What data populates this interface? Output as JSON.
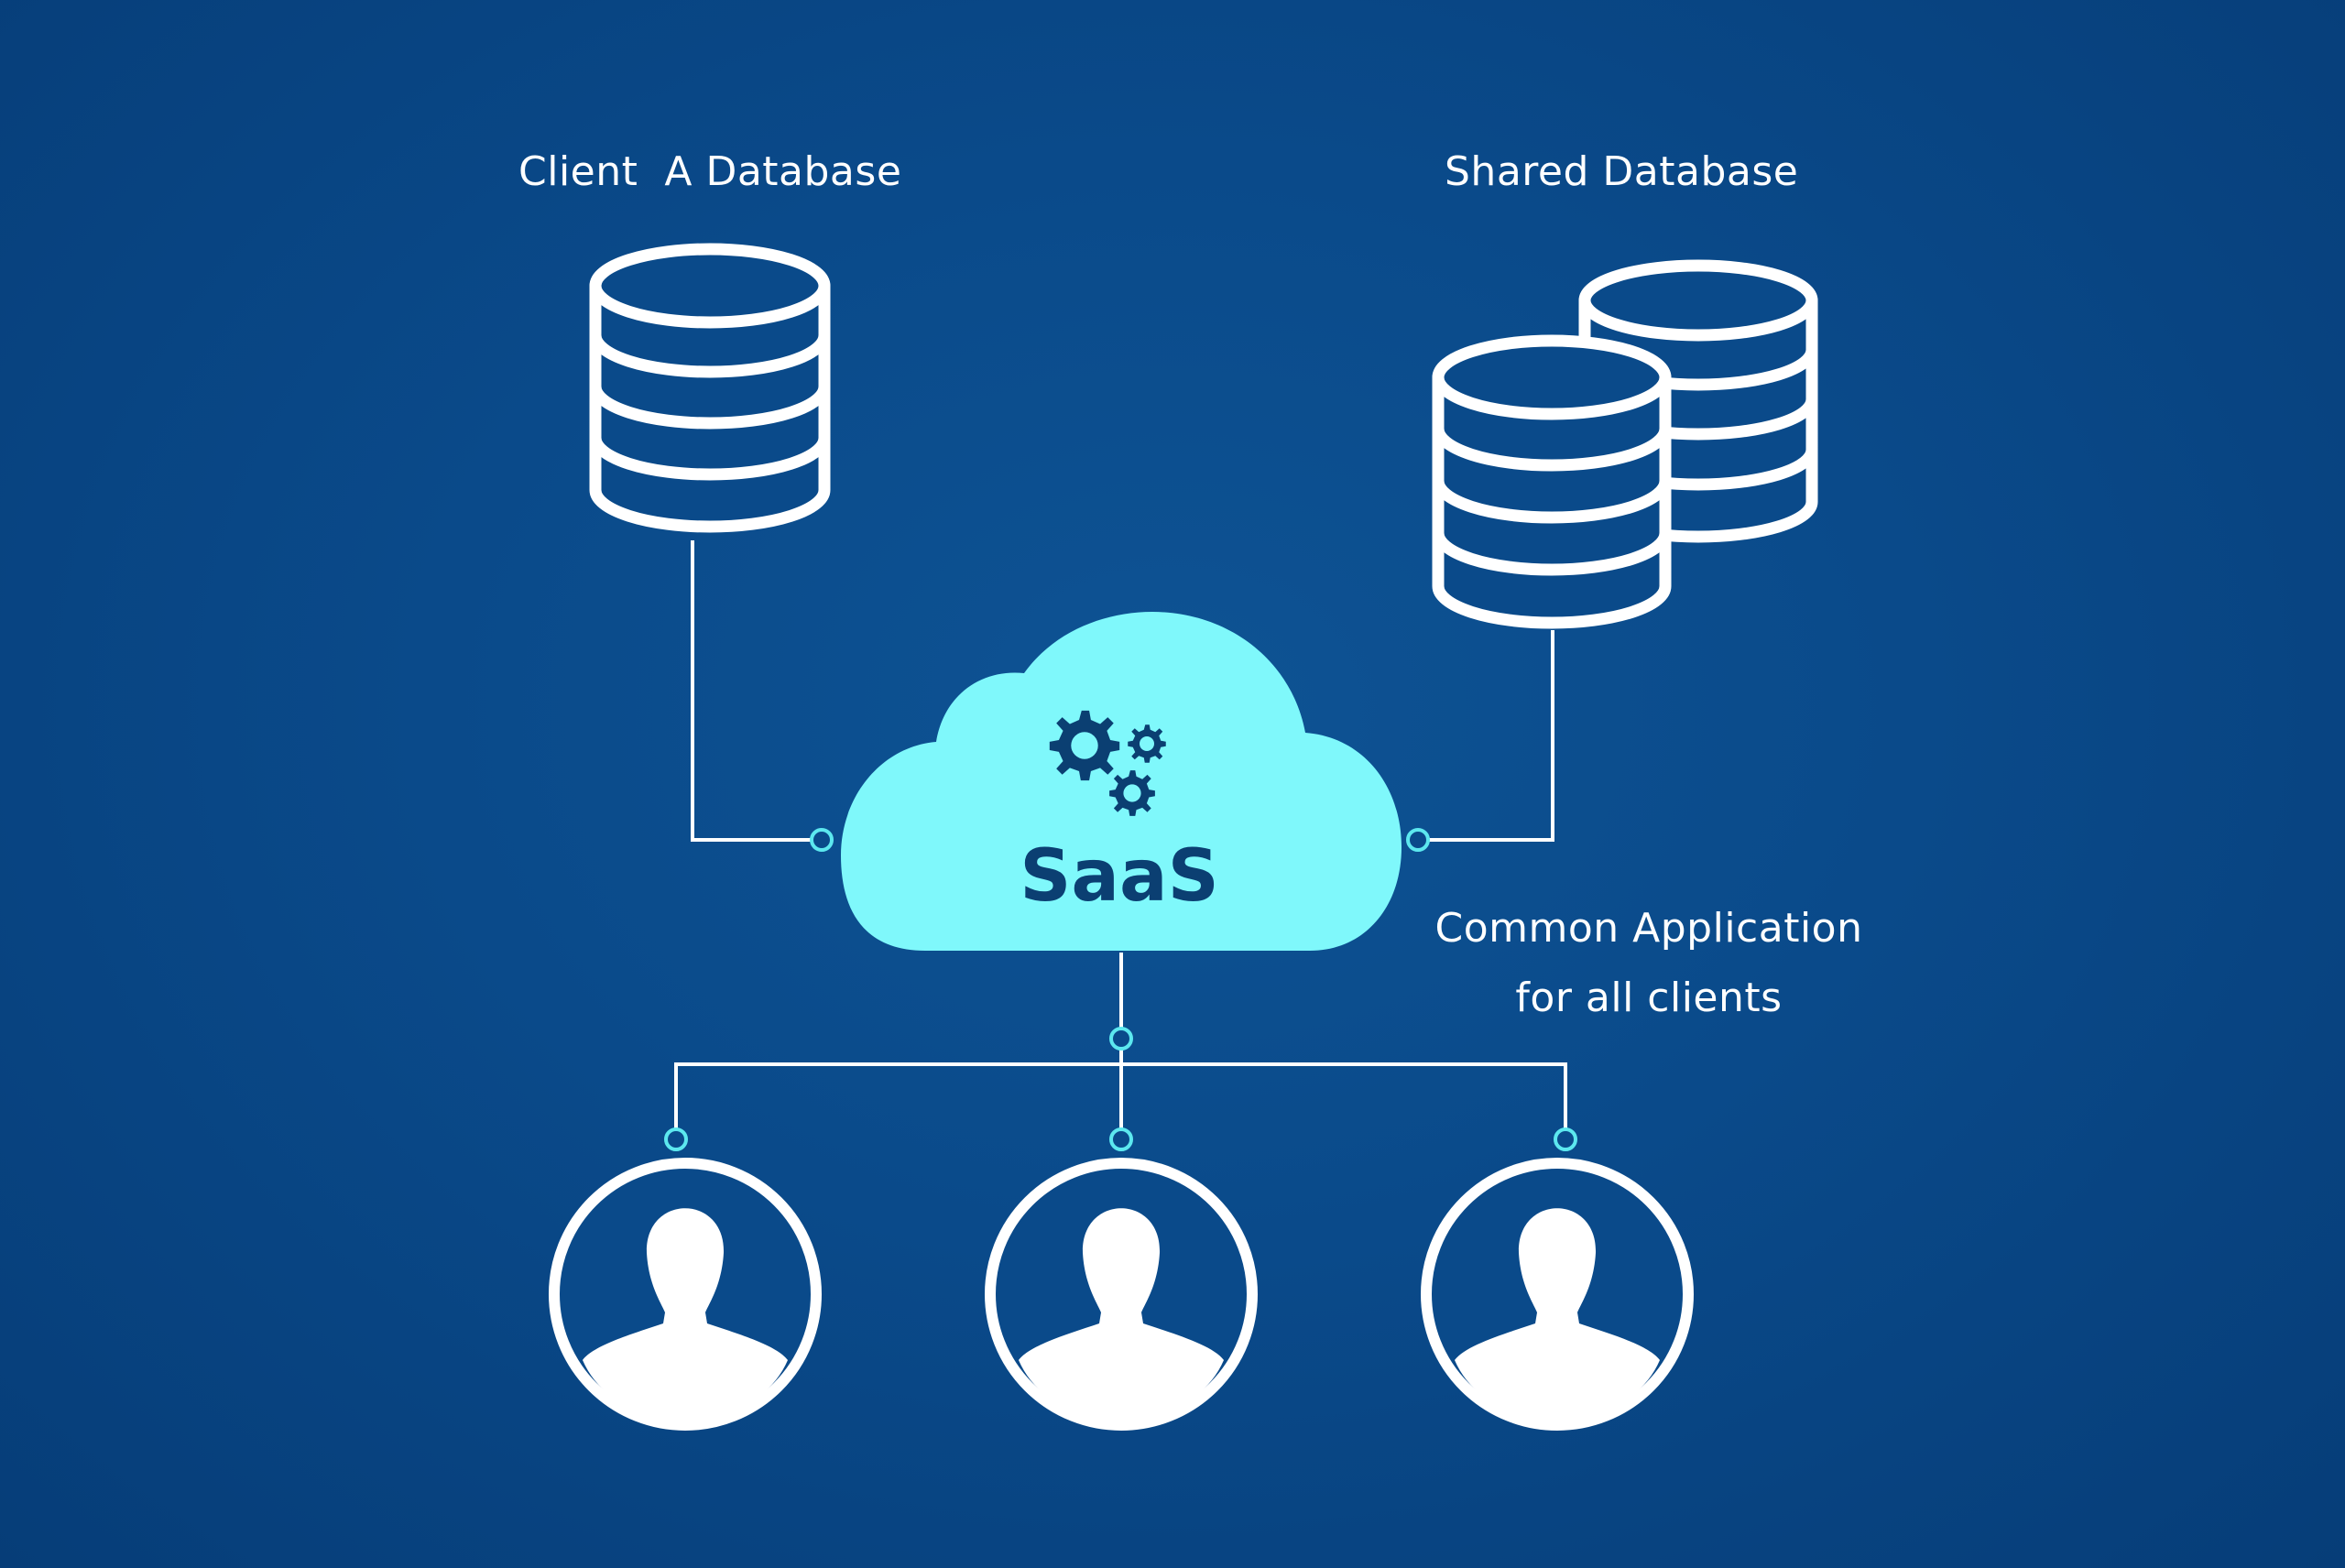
{
  "labels": {
    "client_a_database": "Client  A Database",
    "shared_database": "Shared Database",
    "cloud_title": "SaaS",
    "common_application_line1": "Common Application",
    "common_application_line2": "for all clients"
  },
  "icons": {
    "client_database": "database-icon",
    "shared_database": "stacked-database-icon",
    "cloud": "cloud-icon",
    "gears": "gears-icon",
    "user": "user-icon"
  },
  "colors": {
    "background": "#0a4a8a",
    "cloud": "#7ff8fb",
    "cloud_text": "#0b3f72",
    "connector_node": "#5ce8ef",
    "lines": "#ffffff"
  },
  "users": [
    {
      "icon": "user-icon"
    },
    {
      "icon": "user-icon"
    },
    {
      "icon": "user-icon"
    }
  ]
}
